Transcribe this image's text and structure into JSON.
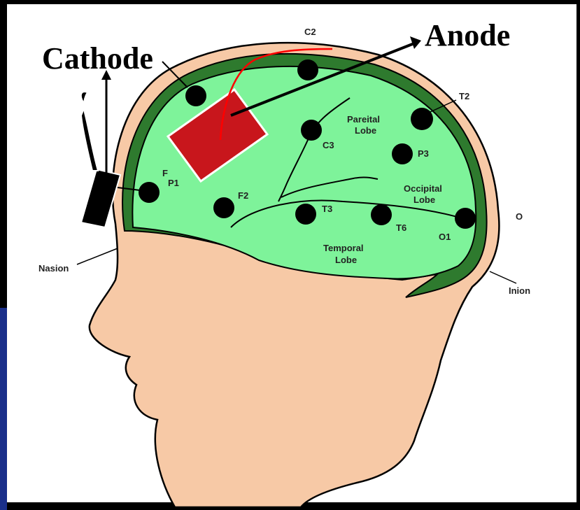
{
  "labels": {
    "cathode": "Cathode",
    "anode": "Anode",
    "nasion": "Nasion",
    "inion": "Inion",
    "o": "O"
  },
  "lobes": {
    "parietal": [
      "Pareital",
      "Lobe"
    ],
    "occipital": [
      "Occipital",
      "Lobe"
    ],
    "temporal": [
      "Temporal",
      "Lobe"
    ]
  },
  "electrodes": {
    "c2": "C2",
    "t2": "T2",
    "c3": "C3",
    "p3": "P3",
    "f2": "F2",
    "t3": "T3",
    "t6": "T6",
    "o1": "O1",
    "fp1_f": "F",
    "fp1_p1": "P1"
  },
  "colors": {
    "background": "#000000",
    "frame": "#ffffff",
    "skin": "#f7c9a6",
    "brain": "#7ef39a",
    "cortex_ring": "#2e7a2e",
    "electrode": "#000000",
    "anode_pad": "#c8161c",
    "wire": "#ff0000",
    "side_stripe": "#1a2f8a"
  }
}
